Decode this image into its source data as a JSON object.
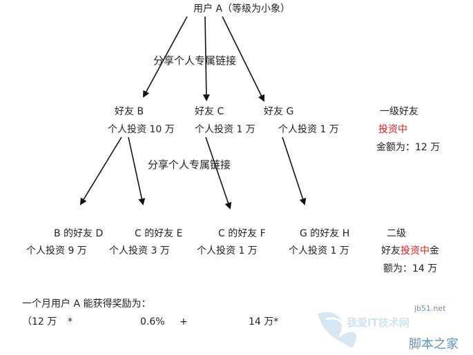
{
  "root": {
    "label": "用户 A（等级为小象）"
  },
  "share_link_1": "分享个人专属链接",
  "share_link_2": "分享个人专属链接",
  "friends": [
    {
      "name": "好友 B",
      "investment": "个人投资 10 万"
    },
    {
      "name": "好友 C",
      "investment": "个人投资 1 万"
    },
    {
      "name": "好友 G",
      "investment": "个人投资 1 万"
    }
  ],
  "level1": {
    "title": "一级好友",
    "status": "投资中",
    "amount": "金额为：12 万"
  },
  "second_friends": [
    {
      "name": "B 的好友 D",
      "investment": "个人投资 9 万"
    },
    {
      "name": "C 的好友 E",
      "investment": "个人投资 3 万"
    },
    {
      "name": "C 的好友 F",
      "investment": "个人投资 1 万"
    },
    {
      "name": "G 的好友 H",
      "investment": "个人投资 1 万"
    }
  ],
  "level2": {
    "title": "二级",
    "prefix": "好友",
    "status": "投资中",
    "suffix": "金",
    "amount": "额为：14 万"
  },
  "reward": {
    "title": "一个月用户 A 能获得奖励为：",
    "open": "（12 万",
    "times1": "*",
    "rate": "0.6%",
    "plus": "+",
    "term2": "14 万*"
  },
  "watermark": {
    "site": "jb51.net",
    "brand": "我爱IT技术网",
    "home": "脚本之家"
  },
  "colors": {
    "highlight": "#e02020",
    "arrow": "#111111",
    "watermark": "#8fb9d8"
  }
}
